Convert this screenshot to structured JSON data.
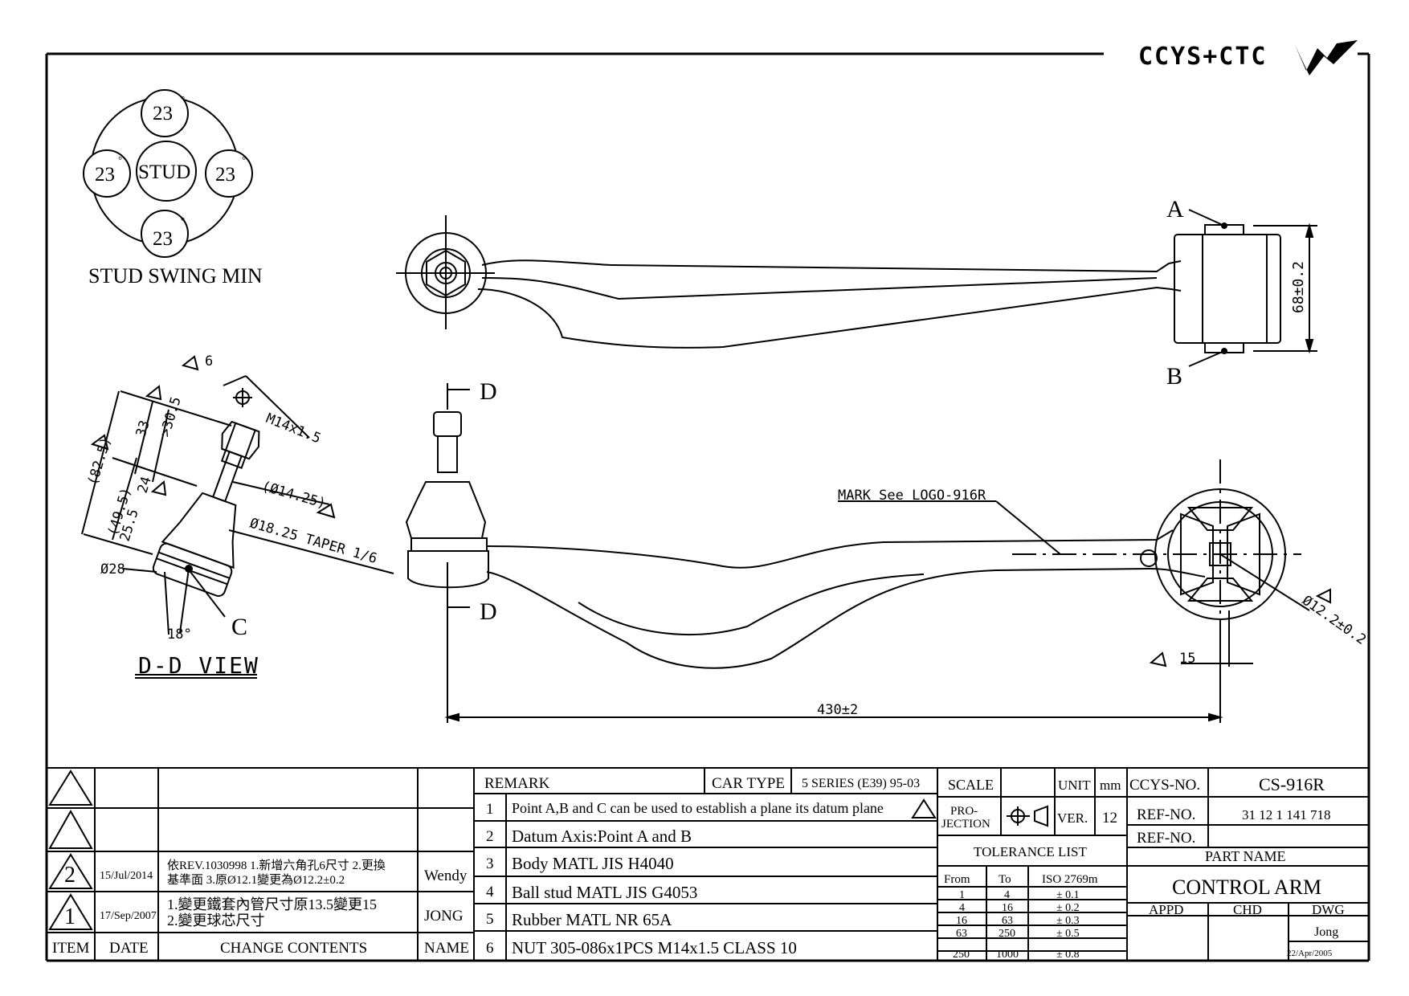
{
  "brand": {
    "name": "CCYS+CTC"
  },
  "stud_swing": {
    "values": [
      "23",
      "23",
      "23",
      "23"
    ],
    "degree_symbol": "°",
    "center_label": "STUD",
    "caption": "STUD SWING MIN"
  },
  "dd_view": {
    "caption": "D-D VIEW",
    "dims": {
      "hex": "6",
      "thread": "M14x1.5",
      "d825": "(82.5)",
      "d495": "(49.5)",
      "d33": "33",
      "d305": ">30.5",
      "d24": "24",
      "d255": "25.5",
      "d1425": "(Ø14.25)",
      "taper": "Ø18.25 TAPER 1/6",
      "d28": "Ø28",
      "angle": "18°",
      "point_c": "C"
    }
  },
  "top_view": {
    "point_a": "A",
    "point_b": "B",
    "bush_width": "68±0.2"
  },
  "side_view": {
    "section_d": "D",
    "mark_note": "MARK See LOGO-916R",
    "hole": "Ø12.2±0.2",
    "offset": "15",
    "length": "430±2"
  },
  "revisions": {
    "rows": [
      {
        "rev": "2",
        "date": "15/Jul/2014",
        "line1": "依REV.1030998 1.新增六角孔6尺寸 2.更換",
        "line2": "基準面 3.原Ø12.1變更為Ø12.2±0.2",
        "name": "Wendy"
      },
      {
        "rev": "1",
        "date": "17/Sep/2007",
        "line1": "1.變更鐵套內管尺寸原13.5變更15",
        "line2": "2.變更球芯尺寸",
        "name": "JONG"
      }
    ],
    "headers": {
      "item": "ITEM",
      "date": "DATE",
      "change": "CHANGE CONTENTS",
      "name": "NAME"
    }
  },
  "remarks": {
    "title": "REMARK",
    "car_type_label": "CAR TYPE",
    "car_type": "5 SERIES (E39) 95-03",
    "items": [
      {
        "no": "1",
        "text": "Point A,B and C can be used to establish a plane its datum plane"
      },
      {
        "no": "2",
        "text": "Datum Axis:Point A and B"
      },
      {
        "no": "3",
        "text": "Body MATL JIS H4040"
      },
      {
        "no": "4",
        "text": "Ball stud MATL JIS G4053"
      },
      {
        "no": "5",
        "text": "Rubber MATL NR 65A"
      },
      {
        "no": "6",
        "text": "NUT 305-086x1PCS M14x1.5 CLASS 10"
      }
    ]
  },
  "drawing_info": {
    "scale_label": "SCALE",
    "unit_label": "UNIT",
    "unit": "mm",
    "projection_label_1": "PRO-",
    "projection_label_2": "JECTION",
    "ver_label": "VER.",
    "ver": "12"
  },
  "tolerance": {
    "title": "TOLERANCE LIST",
    "headers": [
      "From",
      "To",
      "ISO 2769m"
    ],
    "rows": [
      [
        "1",
        "4",
        "± 0.1"
      ],
      [
        "4",
        "16",
        "± 0.2"
      ],
      [
        "16",
        "63",
        "± 0.3"
      ],
      [
        "63",
        "250",
        "± 0.5"
      ],
      [
        "250",
        "1000",
        "± 0.8"
      ]
    ]
  },
  "title_block": {
    "ccys_label": "CCYS-NO.",
    "ccys_no": "CS-916R",
    "ref_label": "REF-NO.",
    "ref_no": "31 12 1 141 718",
    "ref_label_2": "REF-NO.",
    "part_name_label": "PART NAME",
    "part_name": "CONTROL ARM",
    "appd_label": "APPD",
    "chd_label": "CHD",
    "dwg_label": "DWG",
    "dwg_name": "Jong",
    "dwg_date": "22/Apr/2005"
  }
}
